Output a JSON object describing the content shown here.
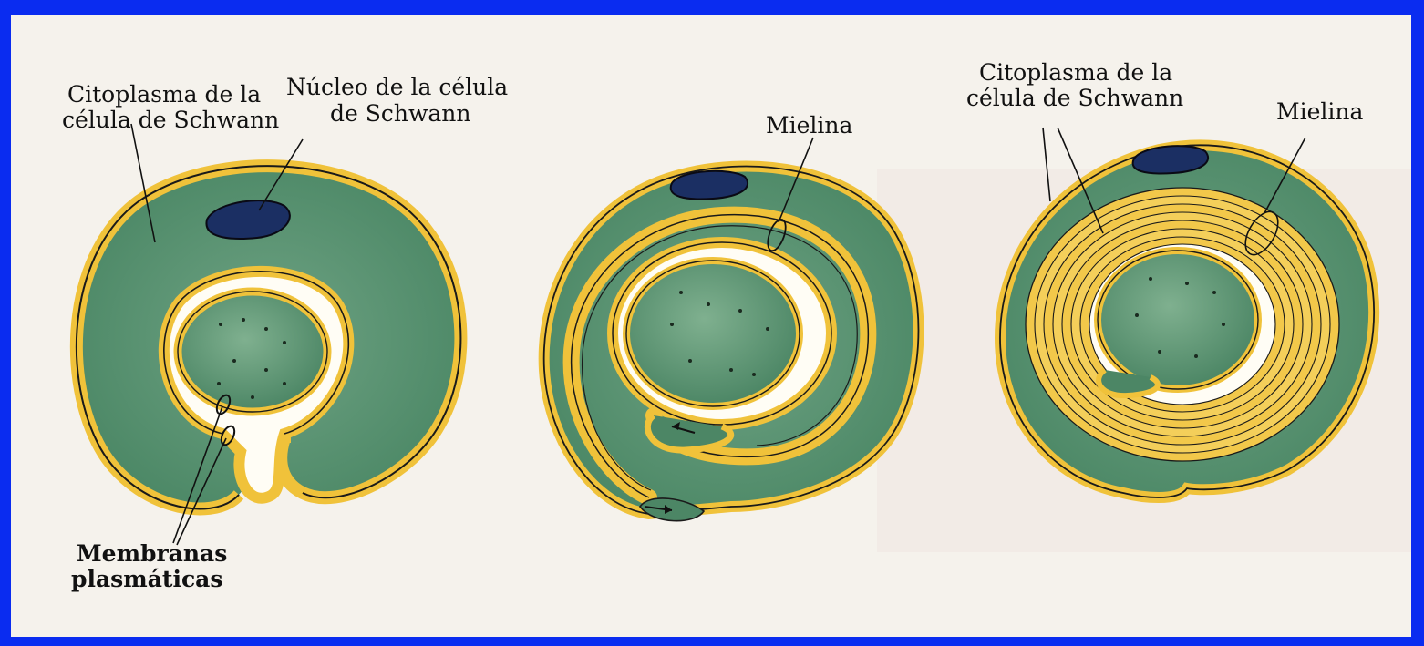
{
  "stage1": {
    "cytoplasm_label": [
      "Citoplasma de la",
      "célula de Schwann"
    ],
    "nucleus_label": [
      "Núcleo de la célula",
      "de Schwann"
    ],
    "membranes_label": [
      "Membranas",
      "plasmáticas"
    ]
  },
  "stage2": {
    "myelin_label": "Mielina"
  },
  "stage3": {
    "cytoplasm_label": [
      "Citoplasma de la",
      "célula de Schwann"
    ],
    "myelin_label": "Mielina"
  },
  "colors": {
    "frame": "#0a2cf0",
    "cytoplasm": "#4f8a68",
    "axon": "#4c8565",
    "membrane": "#f0c23a",
    "nucleus": "#1b2f63"
  }
}
